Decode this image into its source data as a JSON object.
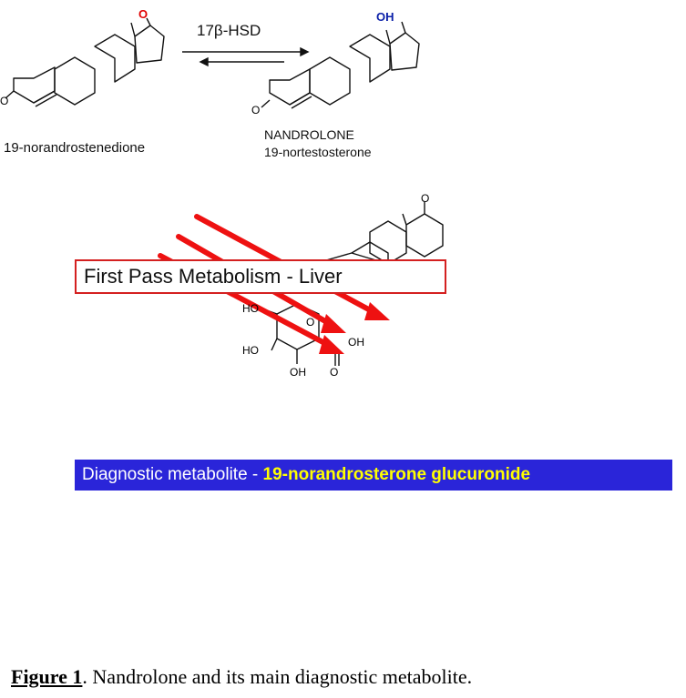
{
  "top": {
    "left_molecule_label": "19-norandrostenedione",
    "enzyme": "17β-HSD",
    "right_molecule_name": "NANDROLONE",
    "right_molecule_alias": "19-nortestosterone",
    "atoms": {
      "ketone_o": "O",
      "hydroxyl": "OH",
      "enone_o": "O"
    }
  },
  "middle": {
    "box_label": "First Pass Metabolism - Liver",
    "atoms": {
      "ketone_o": "O",
      "ho_upper": "HO",
      "ho_lower": "HO",
      "ring_o": "O",
      "oh_right": "OH",
      "oh_bottom": "OH",
      "acid_o": "O"
    }
  },
  "diagnostic": {
    "prefix": "Diagnostic metabolite - ",
    "metabolite": "19-norandrosterone glucuronide"
  },
  "caption": {
    "figure_label": "Figure 1",
    "text": ". Nandrolone and its main diagnostic metabolite."
  },
  "colors": {
    "ketone_o": "#e00000",
    "hydroxyl": "#0a1fa8",
    "arrows": "#ee1111",
    "box_border": "#d42020",
    "banner_bg": "#2a25d9",
    "banner_highlight": "#ffff00"
  }
}
